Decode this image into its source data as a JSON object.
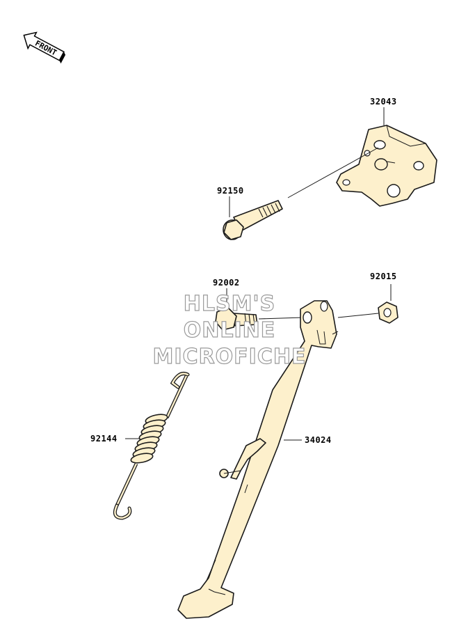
{
  "front_arrow": {
    "text": "FRONT"
  },
  "labels": {
    "p32043": "32043",
    "p92150": "92150",
    "p92002": "92002",
    "p92015": "92015",
    "p92144": "92144",
    "p34024": "34024"
  },
  "watermark": {
    "line1": "HLSM'S",
    "line2": "ONLINE",
    "line3": "MICROFICHE"
  },
  "colors": {
    "part_fill": "#fdf0cc",
    "outline": "#1a1a1a"
  }
}
